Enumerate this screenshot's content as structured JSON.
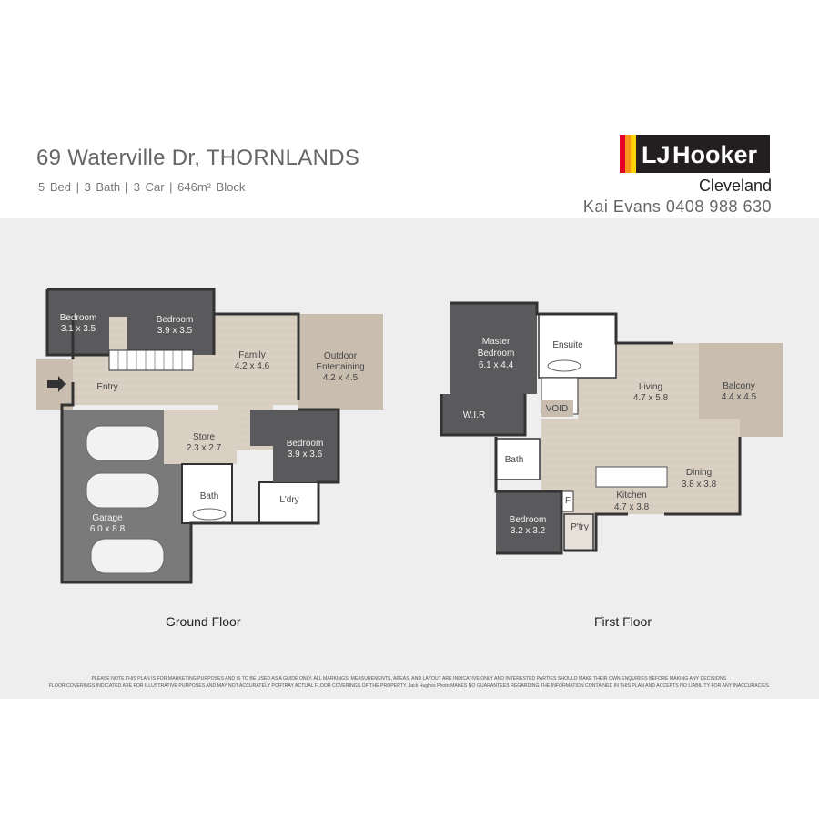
{
  "header": {
    "address": "69 Waterville Dr, THORNLANDS",
    "specs": "5 Bed  |  3 Bath  |  3 Car  |  646m² Block"
  },
  "agency": {
    "logo_text_lj": "LJ",
    "logo_text_name": "Hooker",
    "office": "Cleveland",
    "agent": "Kai Evans 0408 988 630",
    "brand_colors": [
      "#e4002b",
      "#f7941d",
      "#ffd200",
      "#231f20"
    ]
  },
  "ground_floor": {
    "label": "Ground Floor",
    "rooms": [
      {
        "name": "Bedroom",
        "size": "3.1 x 3.5"
      },
      {
        "name": "Bedroom",
        "size": "3.9 x 3.5"
      },
      {
        "name": "Family",
        "size": "4.2 x 4.6"
      },
      {
        "name": "Outdoor Entertaining",
        "size": "4.2 x 4.5"
      },
      {
        "name": "Entry",
        "size": ""
      },
      {
        "name": "Store",
        "size": "2.3 x 2.7"
      },
      {
        "name": "Bedroom",
        "size": "3.9 x 3.6"
      },
      {
        "name": "Bath",
        "size": ""
      },
      {
        "name": "L'dry",
        "size": ""
      },
      {
        "name": "Garage",
        "size": "6.0 x 8.8"
      }
    ]
  },
  "first_floor": {
    "label": "First Floor",
    "rooms": [
      {
        "name": "Master Bedroom",
        "size": "6.1 x 4.4"
      },
      {
        "name": "Ensuite",
        "size": ""
      },
      {
        "name": "W.I.R",
        "size": ""
      },
      {
        "name": "VOID",
        "size": ""
      },
      {
        "name": "Living",
        "size": "4.7 x 5.8"
      },
      {
        "name": "Balcony",
        "size": "4.4 x 4.5"
      },
      {
        "name": "Bath",
        "size": ""
      },
      {
        "name": "Dining",
        "size": "3.8 x 3.8"
      },
      {
        "name": "Kitchen",
        "size": "4.7 x 3.8"
      },
      {
        "name": "Bedroom",
        "size": "3.2 x 3.2"
      },
      {
        "name": "P'try",
        "size": ""
      },
      {
        "name": "F",
        "size": ""
      }
    ]
  },
  "disclaimer": {
    "line1": "PLEASE NOTE THIS PLAN IS FOR MARKETING PURPOSES AND IS TO BE USED AS A GUIDE ONLY.  ALL MARKINGS, MEASUREMENTS, AREAS, AND LAYOUT ARE INDICATIVE ONLY AND INTERESTED PARTIES SHOULD MAKE THEIR OWN ENQUIRIES BEFORE MAKING ANY DECISIONS.",
    "line2": "FLOOR COVERINGS INDICATED ARE FOR ILLUSTRATIVE PURPOSES AND MAY NOT ACCURATELY PORTRAY ACTUAL FLOOR COVERINGS OF THE PROPERTY.  Jack Hughes Photo MAKES NO GUARANTEES REGARDING THE INFORMATION CONTAINED IN THIS PLAN AND ACCEPTS NO LIABILITY FOR ANY INACCURACIES."
  }
}
